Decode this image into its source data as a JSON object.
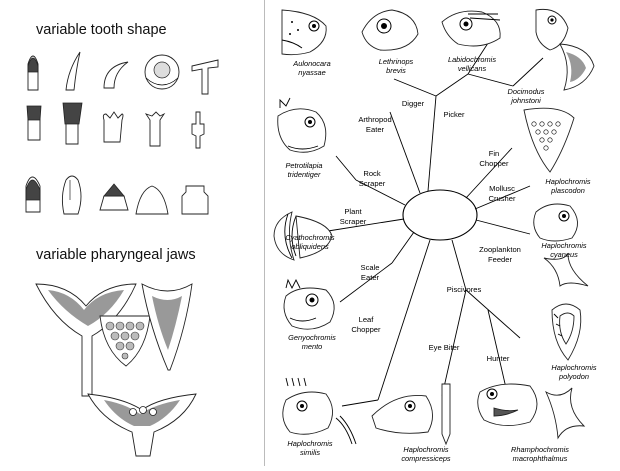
{
  "left_panel": {
    "tooth_heading": "variable tooth shape",
    "jaw_heading": "variable pharyngeal jaws"
  },
  "hub": {
    "categories": [
      {
        "id": "digger",
        "label_lines": [
          "Digger"
        ]
      },
      {
        "id": "picker",
        "label_lines": [
          "Picker"
        ]
      },
      {
        "id": "arthropod",
        "label_lines": [
          "Arthropod",
          "Eater"
        ]
      },
      {
        "id": "fin",
        "label_lines": [
          "Fin",
          "Chopper"
        ]
      },
      {
        "id": "rock",
        "label_lines": [
          "Rock",
          "Scraper"
        ]
      },
      {
        "id": "mollusc",
        "label_lines": [
          "Mollusc",
          "Crusher"
        ]
      },
      {
        "id": "plant",
        "label_lines": [
          "Plant",
          "Scraper"
        ]
      },
      {
        "id": "zoo",
        "label_lines": [
          "Zooplankton",
          "Feeder"
        ]
      },
      {
        "id": "scale",
        "label_lines": [
          "Scale",
          "Eater"
        ]
      },
      {
        "id": "pisc",
        "label_lines": [
          "Piscivores"
        ]
      },
      {
        "id": "leaf",
        "label_lines": [
          "Leaf",
          "Chopper"
        ]
      },
      {
        "id": "eye",
        "label_lines": [
          "Eye Biter"
        ]
      },
      {
        "id": "hunter",
        "label_lines": [
          "Hunter"
        ]
      }
    ],
    "species": [
      {
        "id": "aulonocara",
        "label_lines": [
          "Aulonocara",
          "nyassae"
        ]
      },
      {
        "id": "lethrinops",
        "label_lines": [
          "Lethrinops",
          "brevis"
        ]
      },
      {
        "id": "labidochromis",
        "label_lines": [
          "Labidochromis",
          "vellicans"
        ]
      },
      {
        "id": "docimodus",
        "label_lines": [
          "Docimodus",
          "johnstoni"
        ]
      },
      {
        "id": "petrotilapia",
        "label_lines": [
          "Petrotilapia",
          "tridentiger"
        ]
      },
      {
        "id": "plascodon",
        "label_lines": [
          "Haplochromis",
          "plascodon"
        ]
      },
      {
        "id": "cyathochromis",
        "label_lines": [
          "Cyathochromis",
          "obliquidens"
        ]
      },
      {
        "id": "cyaneus",
        "label_lines": [
          "Haplochromis",
          "cyaneus"
        ]
      },
      {
        "id": "genyochromis",
        "label_lines": [
          "Genyochromis",
          "mento"
        ]
      },
      {
        "id": "polyodon",
        "label_lines": [
          "Haplochromis",
          "polyodon"
        ]
      },
      {
        "id": "similis",
        "label_lines": [
          "Haplochromis",
          "similis"
        ]
      },
      {
        "id": "compressiceps",
        "label_lines": [
          "Haplochromis",
          "compressiceps"
        ]
      },
      {
        "id": "rhamphochromis",
        "label_lines": [
          "Rhamphochromis",
          "macrophthalmus"
        ]
      }
    ]
  }
}
